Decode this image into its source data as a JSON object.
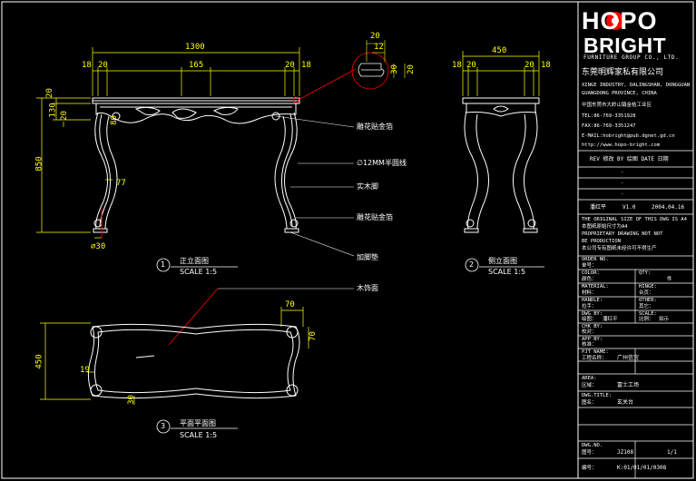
{
  "colors": {
    "background": "#000000",
    "dimension": "#ffff00",
    "drawing": "#ffffff",
    "leader": "#ff0000",
    "frame": "#ffffff"
  },
  "logo": {
    "brand_top": "HOPO",
    "brand_bottom": "BRIGHT",
    "subtitle": "FURNITURE GROUP CO., LTD.",
    "company_cn": "东莞明辉家私有限公司"
  },
  "address": {
    "line1": "XINGE INDUSTRY, DALINGSHAN, DONGGUAN",
    "line2": "GUANGDONG PROVINCE, CHINA",
    "line3": "中国东莞市大岭山镇金桔工业区",
    "tel": "TEL:86-769-3351928",
    "fax": "FAX:86-769-3351247",
    "email": "E-MAIL:hobright@pub.dgnet.gd.cn",
    "web": "http://www.hopo-bright.com"
  },
  "revision": {
    "header": "REV 修改  BY 绘图  DATE 日期",
    "row_dash1": "-",
    "row_dash2": "-",
    "row_dash3": "-",
    "author": "潘红平",
    "version": "V1.0",
    "date": "2004.04.16"
  },
  "notes": {
    "n1": "THE ORIGINAL SIZE OF THIS DWG IS A4",
    "n2": "本图纸原始尺寸为A4",
    "n3": "PROPRIETARY DRAWING NOT NOT",
    "n4": "BE PRODUCTION",
    "n5": "本公司专有图纸未经许可不得生产"
  },
  "title_block": {
    "order_no": "ORDER NO.",
    "order_no_cn": "单号：",
    "color": "COLOR:",
    "color_cn": "颜色：",
    "qty": "QTY:",
    "qty_unit": "件",
    "material": "MATERIAL:",
    "material_cn": "材料：",
    "hinge": "HINGE:",
    "hinge_cn": "合页：",
    "handle": "HANDLE:",
    "handle_cn": "拉手：",
    "other": "OTHER:",
    "other_cn": "其它：",
    "dwg_by": "DWG BY:",
    "dwg_by_cn": "绘图：",
    "drawer": "潘红平",
    "scale": "SCALE:",
    "scale_cn": "比例：",
    "scale_val": "如示",
    "chk_by": "CHK BY:",
    "chk_by_cn": "校对：",
    "app_by": "APP BY:",
    "app_by_cn": "核准：",
    "prj_name": "PJT NAME:",
    "prj_name_cn": "工程名称：",
    "prj_name_val": "广州信宜",
    "area": "AREA:",
    "area_cn": "区域：",
    "area_val": "富士工场",
    "dwg_title": "DWG.TITLE:",
    "dwg_title_cn": "图名：",
    "dwg_title_val": "玄关台",
    "dwg_no": "DWG.NO.",
    "dwg_no_cn": "图号：",
    "dwg_no_val": "JZ108",
    "sheet": "1/1",
    "code_cn": "编号：",
    "code_val": "K:01/01/01/0308"
  },
  "views": {
    "front": {
      "number": "1",
      "title": "正立面图",
      "scale": "SCALE 1:5"
    },
    "side": {
      "number": "2",
      "title": "侧立面图",
      "scale": "SCALE 1:5"
    },
    "plan": {
      "number": "3",
      "title": "平面平面图",
      "scale": "SCALE 1:5"
    }
  },
  "callouts": {
    "c1": "雕花贴金箔",
    "c2": "∅12MM半圆线",
    "c3": "实木脚",
    "c4": "雕花贴金箔",
    "c5": "加脚垫",
    "c6": "木饰面"
  },
  "dimensions": {
    "front_width": "1300",
    "front_18a": "18",
    "front_20a": "20",
    "front_165": "165",
    "front_20b": "20",
    "front_18b": "18",
    "front_height": "850",
    "front_20v": "20",
    "front_130": "130",
    "front_20c": "20",
    "front_80": "80",
    "front_77": "77",
    "front_30": "∅30",
    "detail_20": "20",
    "detail_12": "12",
    "detail_30": "30",
    "detail_20b": "20",
    "side_width": "450",
    "side_18a": "18",
    "side_20a": "20",
    "side_20b": "20",
    "side_18b": "18",
    "plan_450": "450",
    "plan_19": "19",
    "plan_30": "30",
    "plan_70a": "70",
    "plan_70b": "70"
  }
}
